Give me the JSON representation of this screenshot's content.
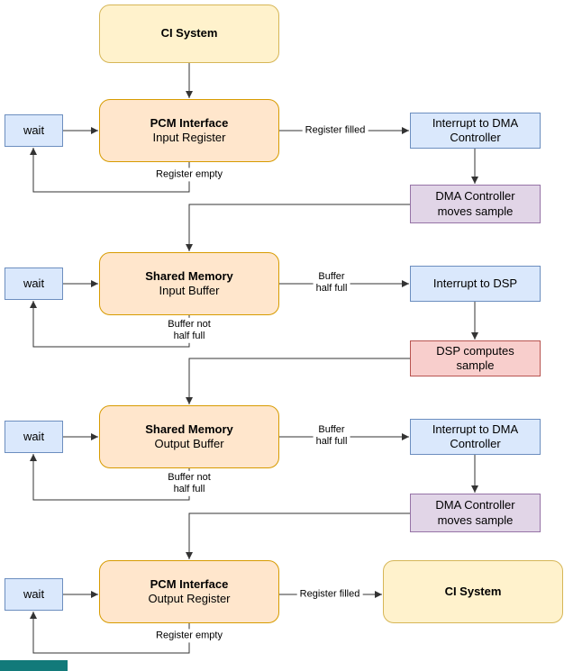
{
  "palette": {
    "yellow_fill": "#FFF2CC",
    "yellow_border": "#D6B656",
    "orange_fill": "#FFE6CC",
    "orange_border": "#D79B00",
    "blue_fill": "#DAE8FC",
    "blue_border": "#6C8EBF",
    "purple_fill": "#E1D5E7",
    "purple_border": "#9673A6",
    "red_fill": "#F8CECC",
    "red_border": "#B85450",
    "edge_color": "#333333",
    "teal_bar_color": "#127a7a"
  },
  "nodes": {
    "ci_top": {
      "label": "CI System"
    },
    "pcm_input": {
      "title": "PCM Interface",
      "subtitle": "Input Register"
    },
    "wait_1": {
      "label": "wait"
    },
    "interrupt_dma_1": {
      "label": "Interrupt to DMA Controller"
    },
    "dma_moves_1": {
      "label": "DMA Controller moves sample"
    },
    "shared_input": {
      "title": "Shared Memory",
      "subtitle": "Input Buffer"
    },
    "wait_2": {
      "label": "wait"
    },
    "interrupt_dsp": {
      "label": "Interrupt to DSP"
    },
    "dsp_computes": {
      "label": "DSP computes sample"
    },
    "shared_output": {
      "title": "Shared Memory",
      "subtitle": "Output Buffer"
    },
    "wait_3": {
      "label": "wait"
    },
    "interrupt_dma_2": {
      "label": "Interrupt to DMA Controller"
    },
    "dma_moves_2": {
      "label": "DMA Controller moves sample"
    },
    "pcm_output": {
      "title": "PCM Interface",
      "subtitle": "Output Register"
    },
    "wait_4": {
      "label": "wait"
    },
    "ci_bottom": {
      "label": "CI System"
    }
  },
  "edge_labels": {
    "register_filled_1": "Register filled",
    "register_empty_1": "Register empty",
    "buffer_half_full_1": "Buffer\nhalf full",
    "buffer_not_half_full_1": "Buffer not\nhalf full",
    "buffer_half_full_2": "Buffer\nhalf full",
    "buffer_not_half_full_2": "Buffer not\nhalf full",
    "register_filled_2": "Register filled",
    "register_empty_2": "Register empty"
  }
}
